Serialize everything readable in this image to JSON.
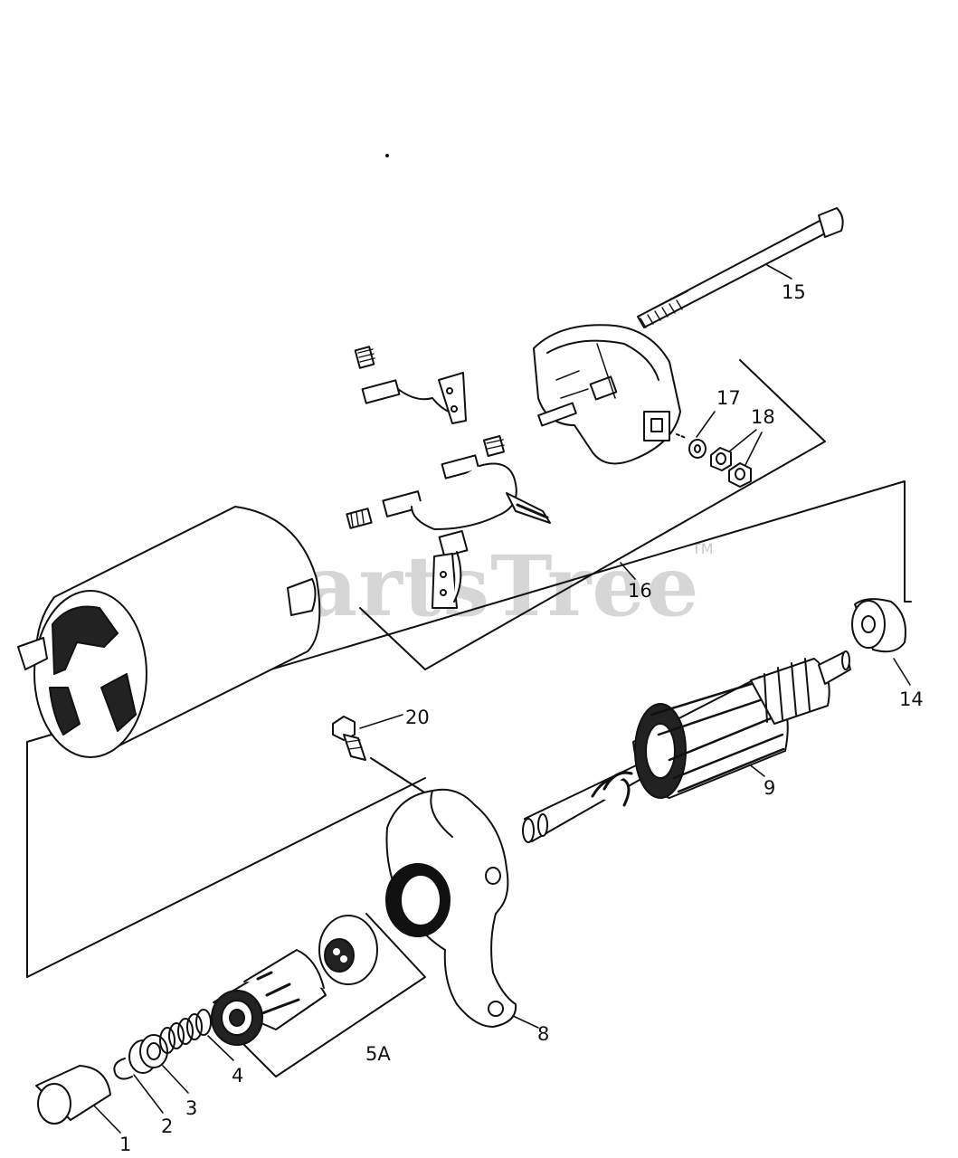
{
  "watermark": {
    "text": "PartsTree",
    "trademark": "TM"
  },
  "callouts": {
    "p1": "1",
    "p2": "2",
    "p3": "3",
    "p4": "4",
    "p5a": "5A",
    "p8": "8",
    "p9": "9",
    "p14": "14",
    "p15": "15",
    "p16": "16",
    "p17": "17",
    "p18": "18",
    "p20": "20"
  }
}
